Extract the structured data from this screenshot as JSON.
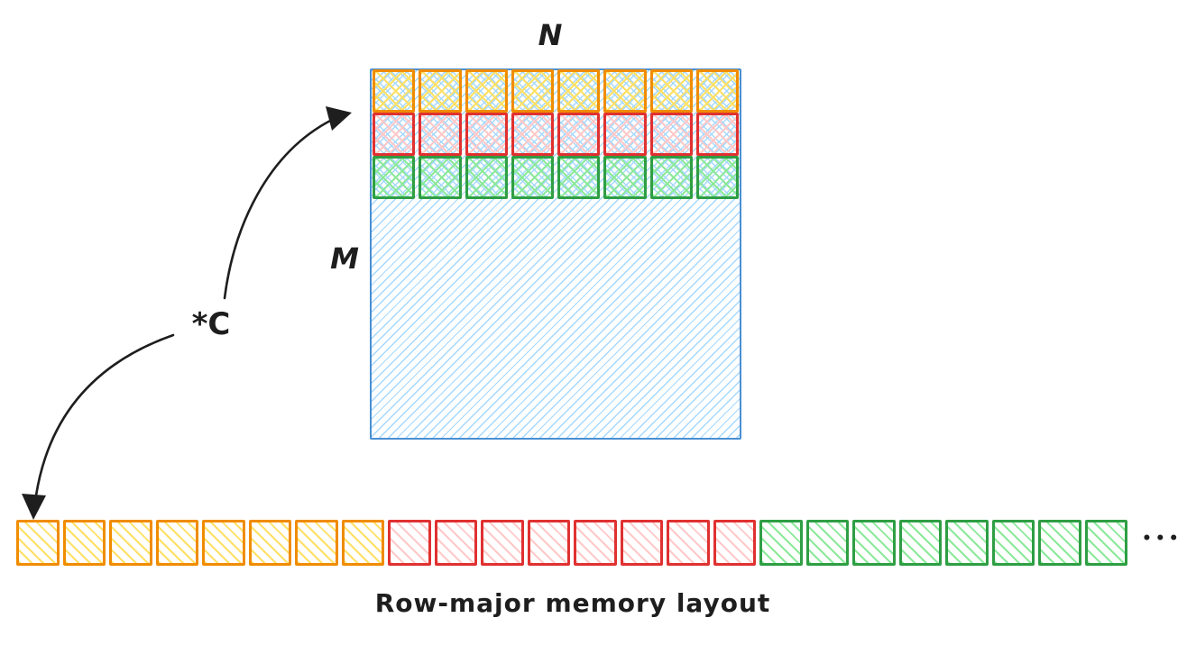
{
  "diagram": {
    "matrix": {
      "label_top": "N",
      "label_left": "M",
      "pointer_label": "*C",
      "columns": 8,
      "highlighted_rows": [
        {
          "name": "row-0",
          "color_key": "orange"
        },
        {
          "name": "row-1",
          "color_key": "red"
        },
        {
          "name": "row-2",
          "color_key": "green"
        }
      ]
    },
    "memory_strip": {
      "segments": [
        {
          "color_key": "orange",
          "cells": 8
        },
        {
          "color_key": "red",
          "cells": 8
        },
        {
          "color_key": "green",
          "cells": 8
        }
      ],
      "ellipsis": "•••"
    },
    "caption": "Row-major memory layout"
  },
  "palette": {
    "orange": {
      "border": "#f08c00",
      "hatch": "#ffe066"
    },
    "red": {
      "border": "#e03131",
      "hatch": "#ffc9c9"
    },
    "green": {
      "border": "#2f9e44",
      "hatch": "#8ce99a"
    },
    "blue": {
      "border": "#4a8fd3",
      "hatch": "#a5d8ff"
    },
    "ink": "#1e1e1e"
  }
}
